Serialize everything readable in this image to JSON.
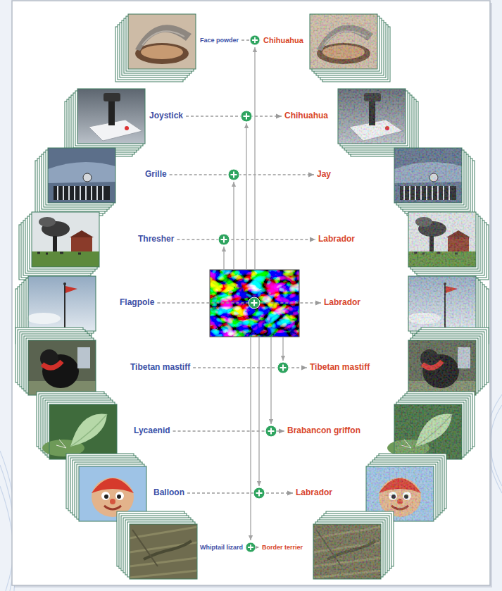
{
  "diagram": {
    "nodes": [
      {
        "text": [
          "Face powder"
        ]
      },
      {
        "text": [
          "Chihuahua"
        ]
      },
      {
        "text": [
          "Joystick"
        ]
      },
      {
        "text": [
          "Chihuahua"
        ]
      },
      {
        "text": [
          "Grille"
        ]
      },
      {
        "text": [
          "Jay"
        ]
      },
      {
        "text": [
          "Thresher"
        ]
      },
      {
        "text": [
          "Labrador"
        ]
      },
      {
        "text": [
          "Flagpole"
        ]
      },
      {
        "text": [
          "Labrador"
        ]
      },
      {
        "text": [
          "Tibetan mastiff"
        ]
      },
      {
        "text": [
          "Tibetan mastiff"
        ]
      },
      {
        "text": [
          "Lycaenid"
        ]
      },
      {
        "text": [
          "Brabancon griffon"
        ]
      },
      {
        "text": [
          "Balloon"
        ]
      },
      {
        "text": [
          "Labrador"
        ]
      },
      {
        "text": [
          "Whiptail lizard"
        ]
      },
      {
        "text": [
          "Border terrier"
        ]
      }
    ],
    "edges": [
      {
        "from": 0,
        "to": 1,
        "arrow": "to"
      },
      {
        "from": 2,
        "to": 3,
        "arrow": "to"
      },
      {
        "from": 4,
        "to": 5,
        "arrow": "to"
      },
      {
        "from": 6,
        "to": 7,
        "arrow": "to"
      },
      {
        "from": 8,
        "to": 9,
        "arrow": "to"
      },
      {
        "from": 10,
        "to": 11,
        "arrow": "to"
      },
      {
        "from": 12,
        "to": 13,
        "arrow": "to"
      },
      {
        "from": 14,
        "to": 15,
        "arrow": "to"
      },
      {
        "from": 16,
        "to": 17,
        "arrow": "to"
      }
    ]
  }
}
